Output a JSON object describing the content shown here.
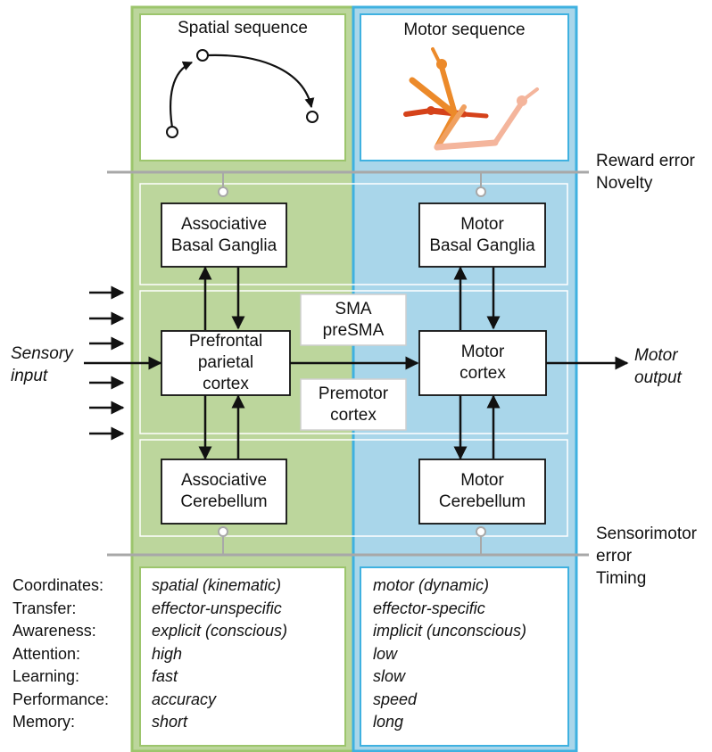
{
  "panels": {
    "spatial_title": "Spatial sequence",
    "motor_title": "Motor sequence"
  },
  "side_labels": {
    "reward": "Reward error\nNovelty",
    "sensorimotor": "Sensorimotor\nerror\nTiming",
    "sensory_input": "Sensory\ninput",
    "motor_output": "Motor\noutput"
  },
  "boxes": {
    "assoc_bg": "Associative\nBasal Ganglia",
    "motor_bg": "Motor\nBasal Ganglia",
    "prefrontal": "Prefrontal\nparietal\ncortex",
    "motor_cortex": "Motor\ncortex",
    "sma": "SMA\npreSMA",
    "premotor": "Premotor\ncortex",
    "assoc_cb": "Associative\nCerebellum",
    "motor_cb": "Motor\nCerebellum"
  },
  "colors": {
    "green_fill": "#bcd69c",
    "green_border": "#9cc56c",
    "blue_fill": "#a9d6ea",
    "blue_border": "#3fb1e0",
    "arm_dark": "#d5421a",
    "arm_mid": "#ec8a2a",
    "arm_light": "#f4b59c"
  },
  "table": {
    "rows": [
      {
        "label": "Coordinates:",
        "spatial": "spatial (kinematic)",
        "motor": "motor (dynamic)"
      },
      {
        "label": "Transfer:",
        "spatial": "effector-unspecific",
        "motor": "effector-specific"
      },
      {
        "label": "Awareness:",
        "spatial": "explicit (conscious)",
        "motor": "implicit (unconscious)"
      },
      {
        "label": "Attention:",
        "spatial": "high",
        "motor": "low"
      },
      {
        "label": "Learning:",
        "spatial": "fast",
        "motor": "slow"
      },
      {
        "label": "Performance:",
        "spatial": "accuracy",
        "motor": "speed"
      },
      {
        "label": "Memory:",
        "spatial": "short",
        "motor": "long"
      }
    ]
  }
}
